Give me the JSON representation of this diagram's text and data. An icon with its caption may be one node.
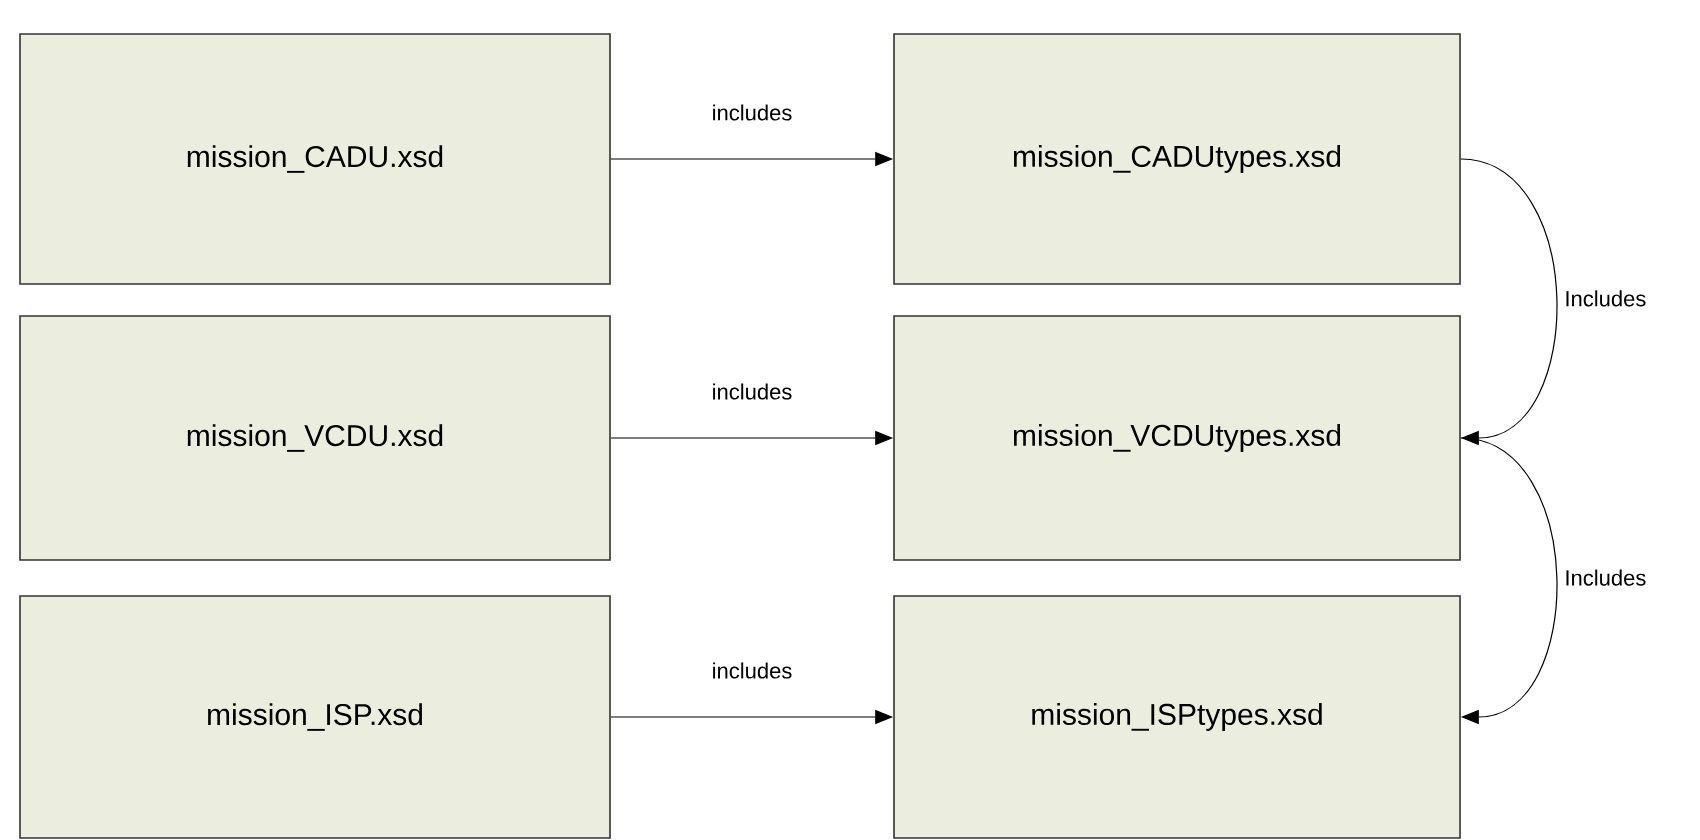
{
  "diagram": {
    "nodes": [
      {
        "text": [
          "mission_CADU.xsd"
        ]
      },
      {
        "text": [
          "mission_CADUtypes.xsd"
        ]
      },
      {
        "text": [
          "mission_VCDU.xsd"
        ]
      },
      {
        "text": [
          "mission_VCDUtypes.xsd"
        ]
      },
      {
        "text": [
          "mission_ISP.xsd"
        ]
      },
      {
        "text": [
          "mission_ISPtypes.xsd"
        ]
      }
    ],
    "edges": [
      {
        "from": 0,
        "to": 1,
        "arrow": "to",
        "label": "includes"
      },
      {
        "from": 1,
        "to": 3,
        "arrow": "to",
        "label": "Includes"
      },
      {
        "from": 2,
        "to": 3,
        "arrow": "to",
        "label": "includes"
      },
      {
        "from": 3,
        "to": 5,
        "arrow": "to",
        "label": "Includes"
      },
      {
        "from": 4,
        "to": 5,
        "arrow": "to",
        "label": "includes"
      }
    ]
  }
}
